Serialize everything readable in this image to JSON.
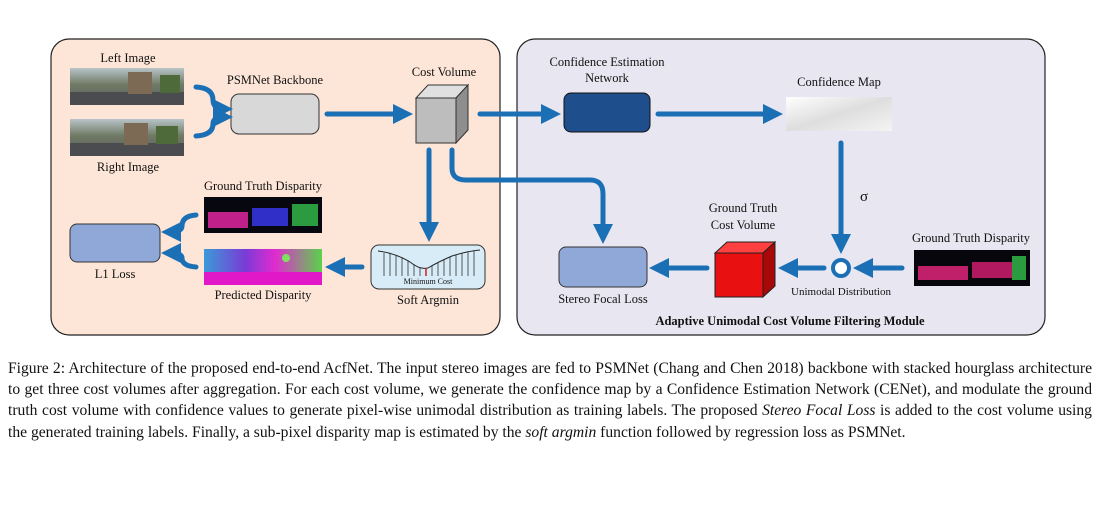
{
  "figure": {
    "left_panel": {
      "left_image_label": "Left Image",
      "right_image_label": "Right Image",
      "backbone_label": "PSMNet Backbone",
      "cost_volume_label": "Cost Volume",
      "gt_disparity_label": "Ground Truth Disparity",
      "predicted_disparity_label": "Predicted Disparity",
      "l1_loss_label": "L1 Loss",
      "soft_argmin_label": "Soft Argmin",
      "minimum_cost_label": "Minimum Cost"
    },
    "right_panel": {
      "cenet_label_line1": "Confidence Estimation",
      "cenet_label_line2": "Network",
      "confidence_map_label": "Confidence Map",
      "sigma_label": "σ",
      "gt_cost_volume_line1": "Ground Truth",
      "gt_cost_volume_line2": "Cost Volume",
      "gt_disparity_label": "Ground Truth Disparity",
      "unimodal_label": "Unimodal Distribution",
      "focal_loss_label": "Stereo Focal Loss",
      "module_title": "Adaptive Unimodal Cost Volume Filtering Module"
    },
    "colors": {
      "left_panel_bg": "#fde6d8",
      "right_panel_bg": "#e8e6f0",
      "arrow": "#1b6fb5",
      "cenet_box": "#1f4e8c",
      "loss_box": "#8fa8d8",
      "backbone_box": "#d8d8d8",
      "gt_cube": "#e81010"
    }
  },
  "caption": {
    "seg1": "Figure 2: Architecture of the proposed end-to-end AcfNet. The input stereo images are fed to PSMNet (Chang and Chen 2018) backbone with stacked hourglass architecture to get three cost volumes after aggregation. For each cost volume, we generate the confidence map by a Confidence Estimation Network (CENet), and modulate the ground truth cost volume with confidence values to generate pixel-wise unimodal distribution as training labels. The proposed ",
    "em1": "Stereo Focal Loss",
    "seg2": " is added to the cost volume using the generated training labels. Finally, a sub-pixel disparity map is estimated by the ",
    "em2": "soft argmin",
    "seg3": " function followed by regression loss as PSMNet."
  }
}
